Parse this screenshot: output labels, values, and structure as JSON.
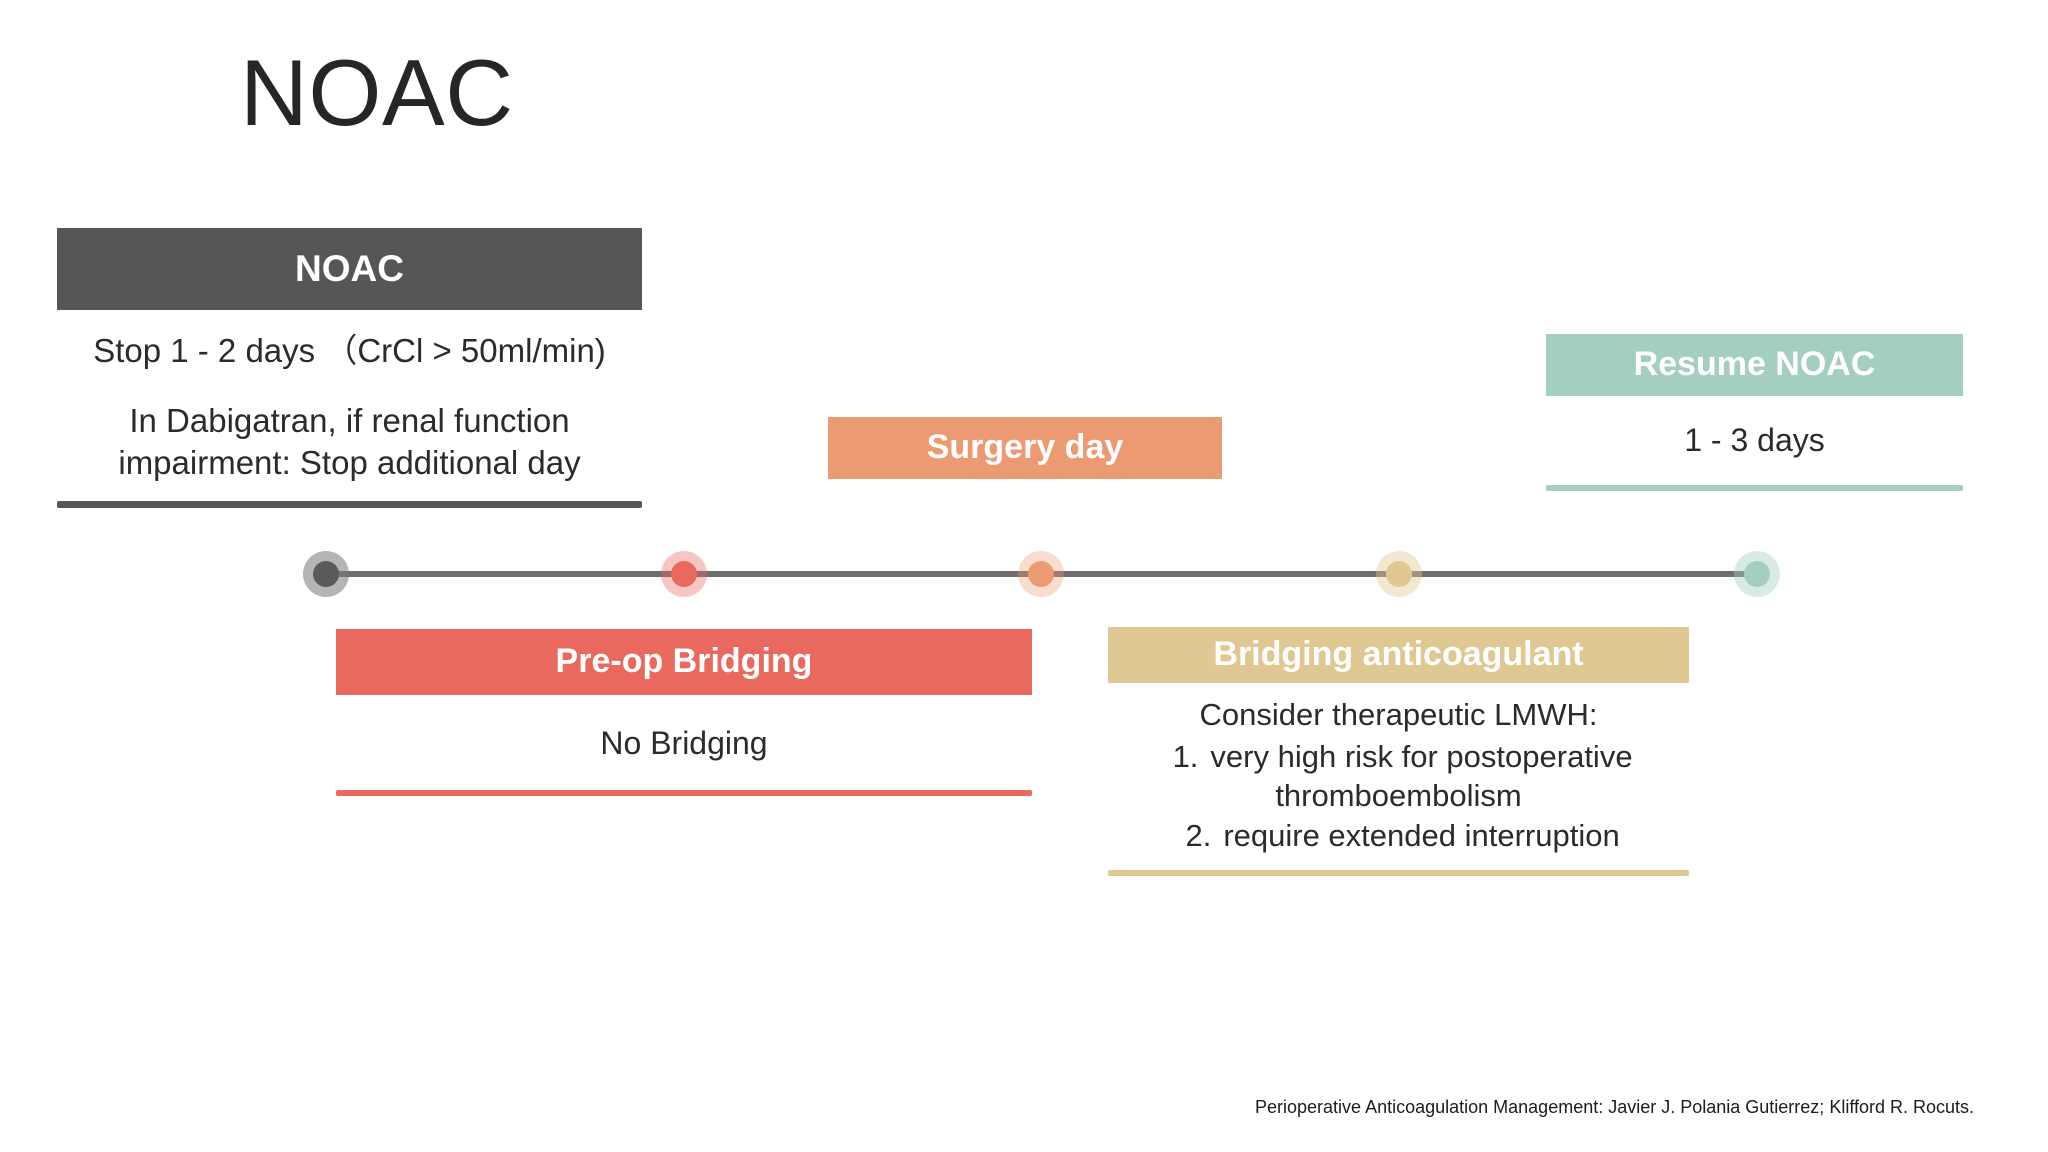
{
  "slide": {
    "title": "NOAC",
    "background_color": "#FFFFFF"
  },
  "palette": {
    "dark_gray": "#565656",
    "salmon": "#EC9A72",
    "mint": "#A3CEC0",
    "coral": "#E9695F",
    "tan": "#E0C893",
    "axis_gray": "#6E6E6E",
    "text": "#2B2B2B"
  },
  "timeline": {
    "nodes": [
      {
        "id": "node-noac-stop",
        "color": "#5A5A5A",
        "label": "NOAC"
      },
      {
        "id": "node-preop-bridging",
        "color": "#E9695F",
        "label": "Pre-op Bridging"
      },
      {
        "id": "node-surgery-day",
        "color": "#EC9A72",
        "label": "Surgery day"
      },
      {
        "id": "node-bridging-anticoagulant",
        "color": "#E0C893",
        "label": "Bridging anticoagulant"
      },
      {
        "id": "node-resume-noac",
        "color": "#A3CEC0",
        "label": "Resume NOAC"
      }
    ]
  },
  "blocks": {
    "noac": {
      "heading": "NOAC",
      "line_1": "Stop 1 - 2 days   （CrCl > 50ml/min)",
      "line_2": "In Dabigatran, if renal function impairment: Stop additional day",
      "accent": "#565656"
    },
    "surgery": {
      "heading": "Surgery day",
      "accent": "#EC9A72"
    },
    "resume": {
      "heading": "Resume NOAC",
      "detail": "1 - 3 days",
      "accent": "#A3CEC0"
    },
    "preop": {
      "heading": "Pre-op Bridging",
      "detail": "No Bridging",
      "accent": "#E9695F"
    },
    "bridging": {
      "heading": "Bridging anticoagulant",
      "lead": "Consider therapeutic LMWH:",
      "items": [
        {
          "marker": "1.",
          "text": "very high risk for postoperative",
          "continuation": "thromboembolism"
        },
        {
          "marker": "2.",
          "text": "require extended interruption",
          "continuation": ""
        }
      ],
      "accent": "#E0C893"
    }
  },
  "citation": {
    "text": "Perioperative Anticoagulation Management: Javier J. Polania Gutierrez; Klifford R. Rocuts."
  }
}
